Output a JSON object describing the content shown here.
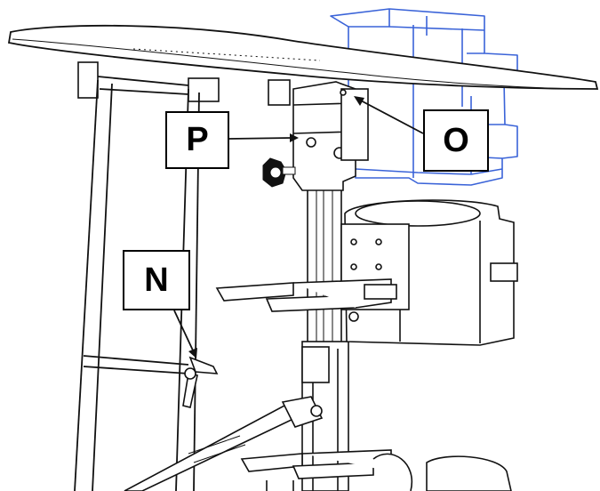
{
  "labels": {
    "p": "P",
    "o": "O",
    "n": "N"
  },
  "colors": {
    "line": "#111111",
    "highlight": "#3a63d8",
    "background": "#ffffff"
  }
}
